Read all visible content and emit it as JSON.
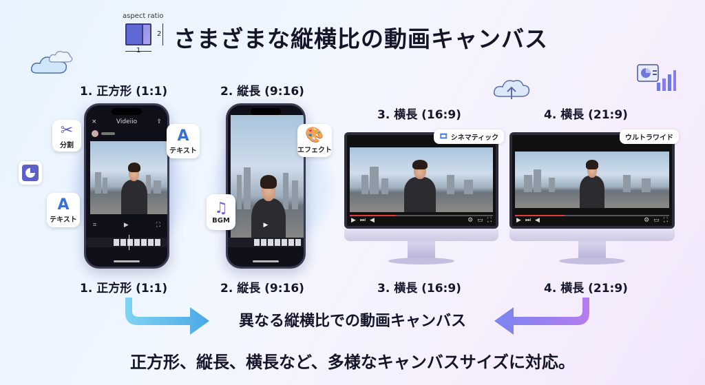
{
  "header": {
    "aspect_label": "aspect ratio",
    "aspect_w": "1",
    "aspect_h": "2",
    "title": "さまざまな縦横比の動画キャンバス"
  },
  "formats": [
    {
      "top_label": "1. 正方形 (1:1)",
      "bottom_label": "1. 正方形 (1:1)"
    },
    {
      "top_label": "2. 縦長 (9:16)",
      "bottom_label": "2. 縦長 (9:16)"
    },
    {
      "top_label": "3. 横長 (16:9)",
      "bottom_label": "3. 横長 (16:9)"
    },
    {
      "top_label": "4. 横長 (21:9)",
      "bottom_label": "4. 横長 (21:9)"
    }
  ],
  "phone1": {
    "app_title": "Videiio",
    "close_icon": "×",
    "share_icon": "⇪"
  },
  "badges": {
    "split": {
      "label": "分割",
      "icon": "scissors-icon"
    },
    "text_right": {
      "label": "テキスト",
      "icon": "text-a-icon"
    },
    "text_left": {
      "label": "テキスト",
      "icon": "text-a-icon"
    },
    "effect": {
      "label": "エフェクト",
      "icon": "palette-icon"
    },
    "bgm": {
      "label": "BGM",
      "icon": "music-icon"
    }
  },
  "tags": {
    "cinematic": "シネマティック",
    "ultrawide": "ウルトラワイド"
  },
  "middle_caption": "異なる縦横比での動画キャンバス",
  "bottom_caption": "正方形、縦長、横長など、多様なキャンバスサイズに対応。",
  "colors": {
    "arrow_left": "#5fc6ec",
    "arrow_right": "#8a7cf0",
    "accent_red": "#e53a3a"
  }
}
